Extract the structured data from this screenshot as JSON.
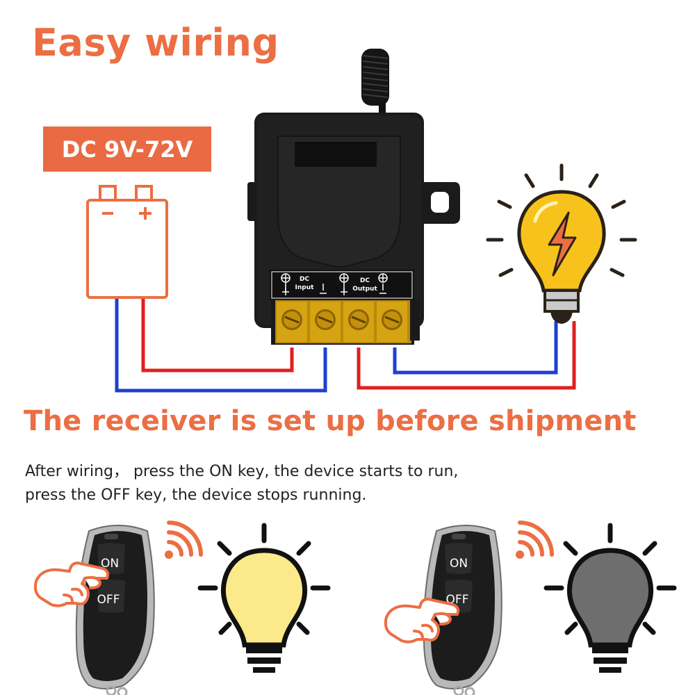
{
  "header": {
    "title": "Easy wiring"
  },
  "power": {
    "voltage_label": "DC 9V-72V",
    "minus_symbol": "-",
    "plus_symbol": "+"
  },
  "receiver": {
    "input_label_1": "DC",
    "input_label_2": "Input",
    "output_label_1": "DC",
    "output_label_2": "Output"
  },
  "section": {
    "subtitle": "The receiver is set up before shipment",
    "description_line1": "After wiring， press the ON key, the device starts to run,",
    "description_line2": "press the OFF key, the device stops running."
  },
  "remotes": [
    {
      "on_label": "ON",
      "off_label": "OFF",
      "pressed": "ON",
      "bulb_state": "on"
    },
    {
      "on_label": "ON",
      "off_label": "OFF",
      "pressed": "OFF",
      "bulb_state": "off"
    }
  ],
  "colors": {
    "accent": "#ec6e43",
    "wire_positive": "#e0201f",
    "wire_negative": "#1f3fd0",
    "bulb_on": "#fbe98a",
    "bulb_lit_main": "#f7c21c",
    "bulb_off": "#6e6e6e",
    "receiver_body": "#1b1b1b",
    "terminal": "#c99a08"
  },
  "icons": [
    "battery-icon",
    "lightbulb-icon",
    "lightning-bolt-icon",
    "antenna-icon",
    "wifi-signal-icon",
    "hand-pointer-icon",
    "remote-control-icon"
  ]
}
